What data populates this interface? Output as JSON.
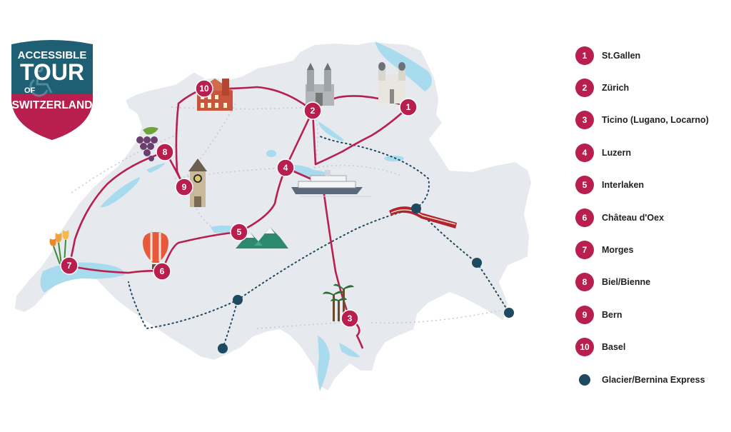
{
  "logo": {
    "line1": "ACCESSIBLE",
    "line2": "TOUR",
    "line3": "OF",
    "line4": "SWITZERLAND"
  },
  "stops": [
    {
      "num": "1",
      "label": "St.Gallen"
    },
    {
      "num": "2",
      "label": "Zürich"
    },
    {
      "num": "3",
      "label": "Ticino (Lugano, Locarno)"
    },
    {
      "num": "4",
      "label": "Luzern"
    },
    {
      "num": "5",
      "label": "Interlaken"
    },
    {
      "num": "6",
      "label": "Château d'Oex"
    },
    {
      "num": "7",
      "label": "Morges"
    },
    {
      "num": "8",
      "label": "Biel/Bienne"
    },
    {
      "num": "9",
      "label": "Bern"
    },
    {
      "num": "10",
      "label": "Basel"
    }
  ],
  "legend_express": "Glacier/Bernina Express",
  "colors": {
    "route": "#b81f4f",
    "map_fill": "#e6e9ee",
    "lake": "#a9dbef",
    "express_dot": "#1d4a60"
  },
  "icons": [
    "grape-icon",
    "clock-tower-icon",
    "town-hall-icon",
    "cathedral-icon",
    "steamboat-icon",
    "train-icon",
    "mountains-icon",
    "balloon-icon",
    "tulip-icon",
    "palm-icon"
  ]
}
